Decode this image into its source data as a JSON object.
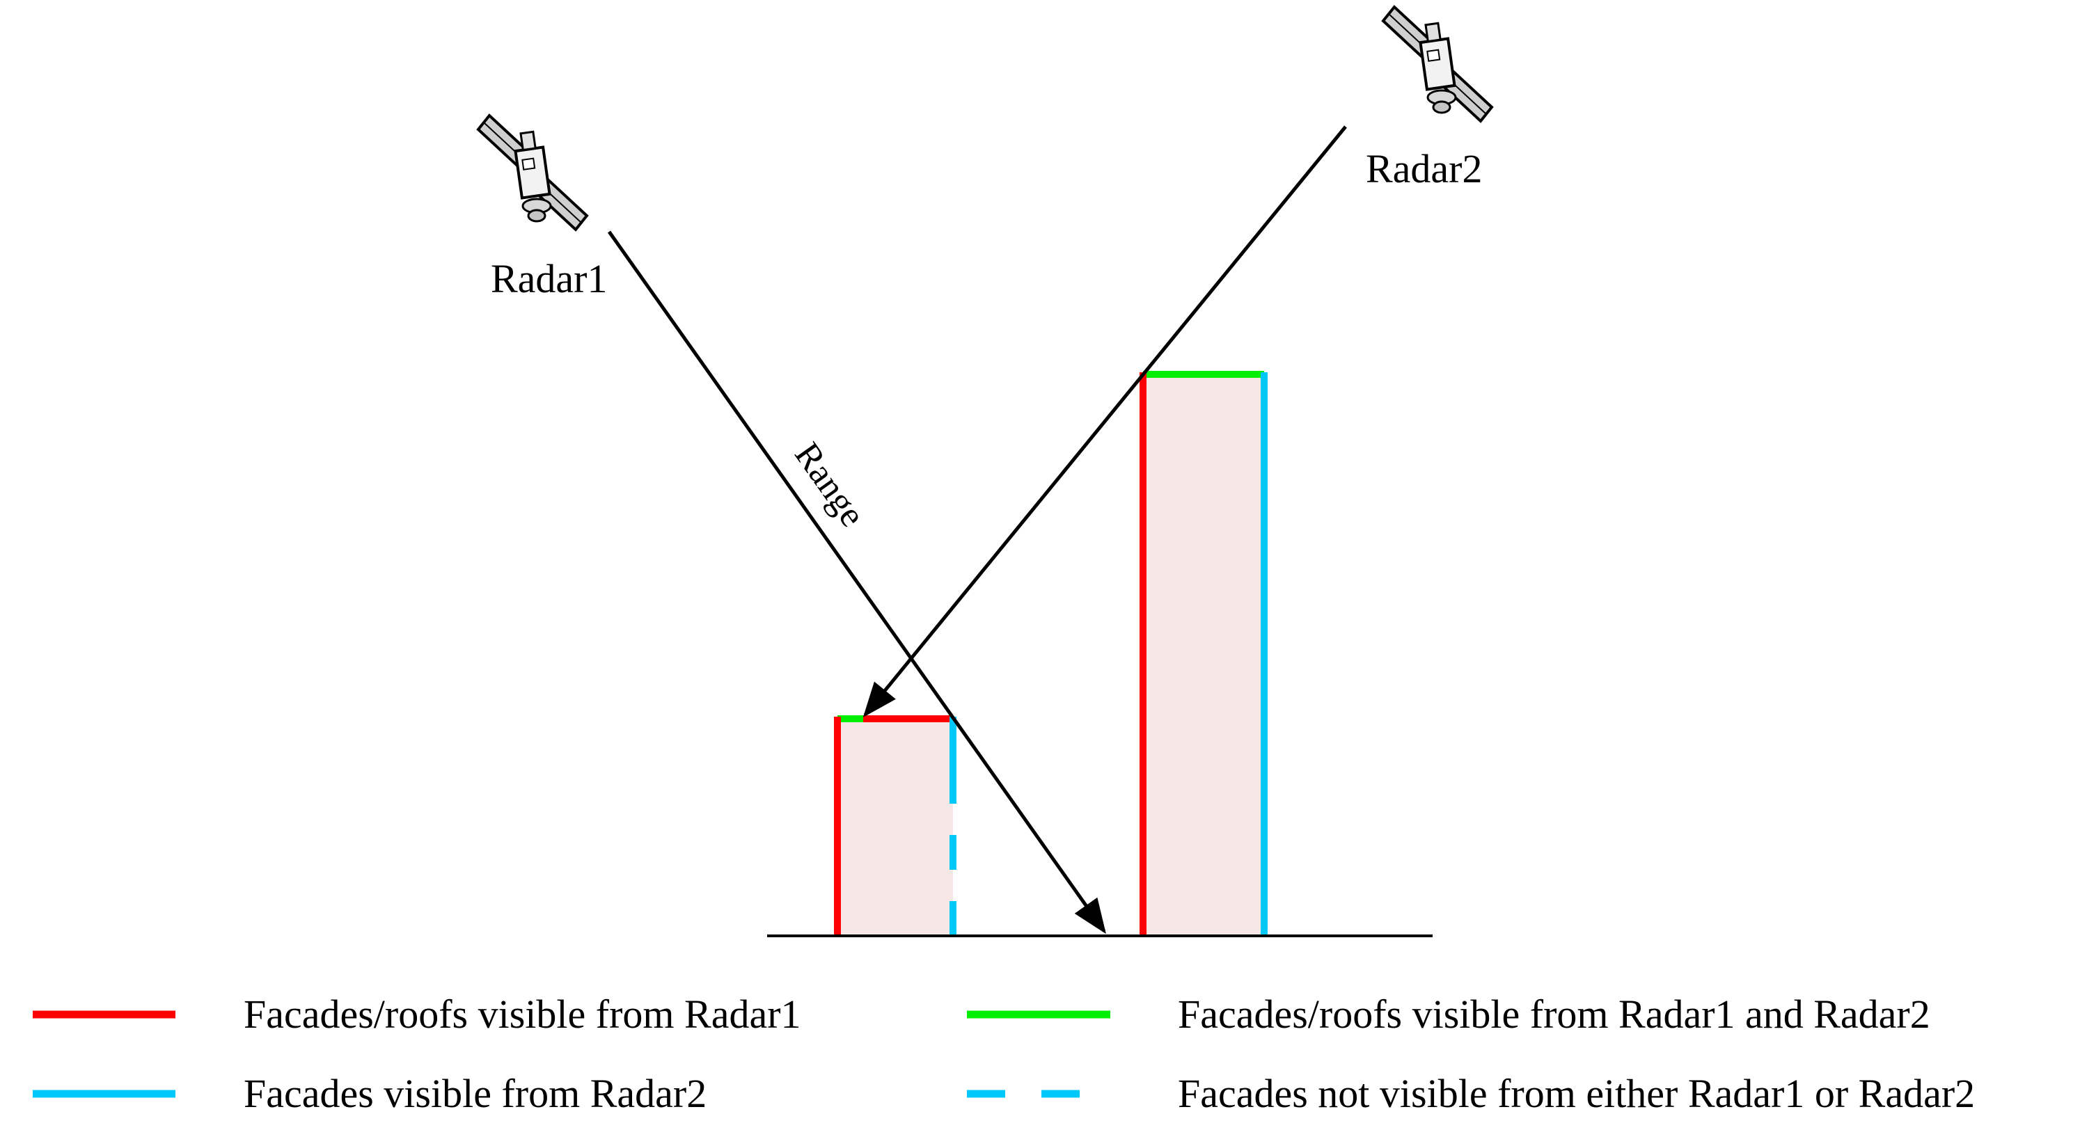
{
  "radars": [
    {
      "label": "Radar1"
    },
    {
      "label": "Radar2"
    }
  ],
  "range_label": "Range",
  "legend": [
    {
      "text": "Facades/roofs visible from Radar1",
      "color": "#ff0000",
      "style": "solid"
    },
    {
      "text": "Facades/roofs visible from Radar1 and Radar2",
      "color": "#00ee00",
      "style": "solid"
    },
    {
      "text": "Facades visible from Radar2",
      "color": "#00c8f8",
      "style": "solid"
    },
    {
      "text": "Facades not visible from either Radar1 or Radar2",
      "color": "#00c8f8",
      "style": "dashed"
    }
  ],
  "colors": {
    "radar1_visible": "#ff0000",
    "both_visible": "#00ee00",
    "radar2_visible": "#00c8f8",
    "building_fill": "#f7e7e5",
    "line": "#000000"
  }
}
